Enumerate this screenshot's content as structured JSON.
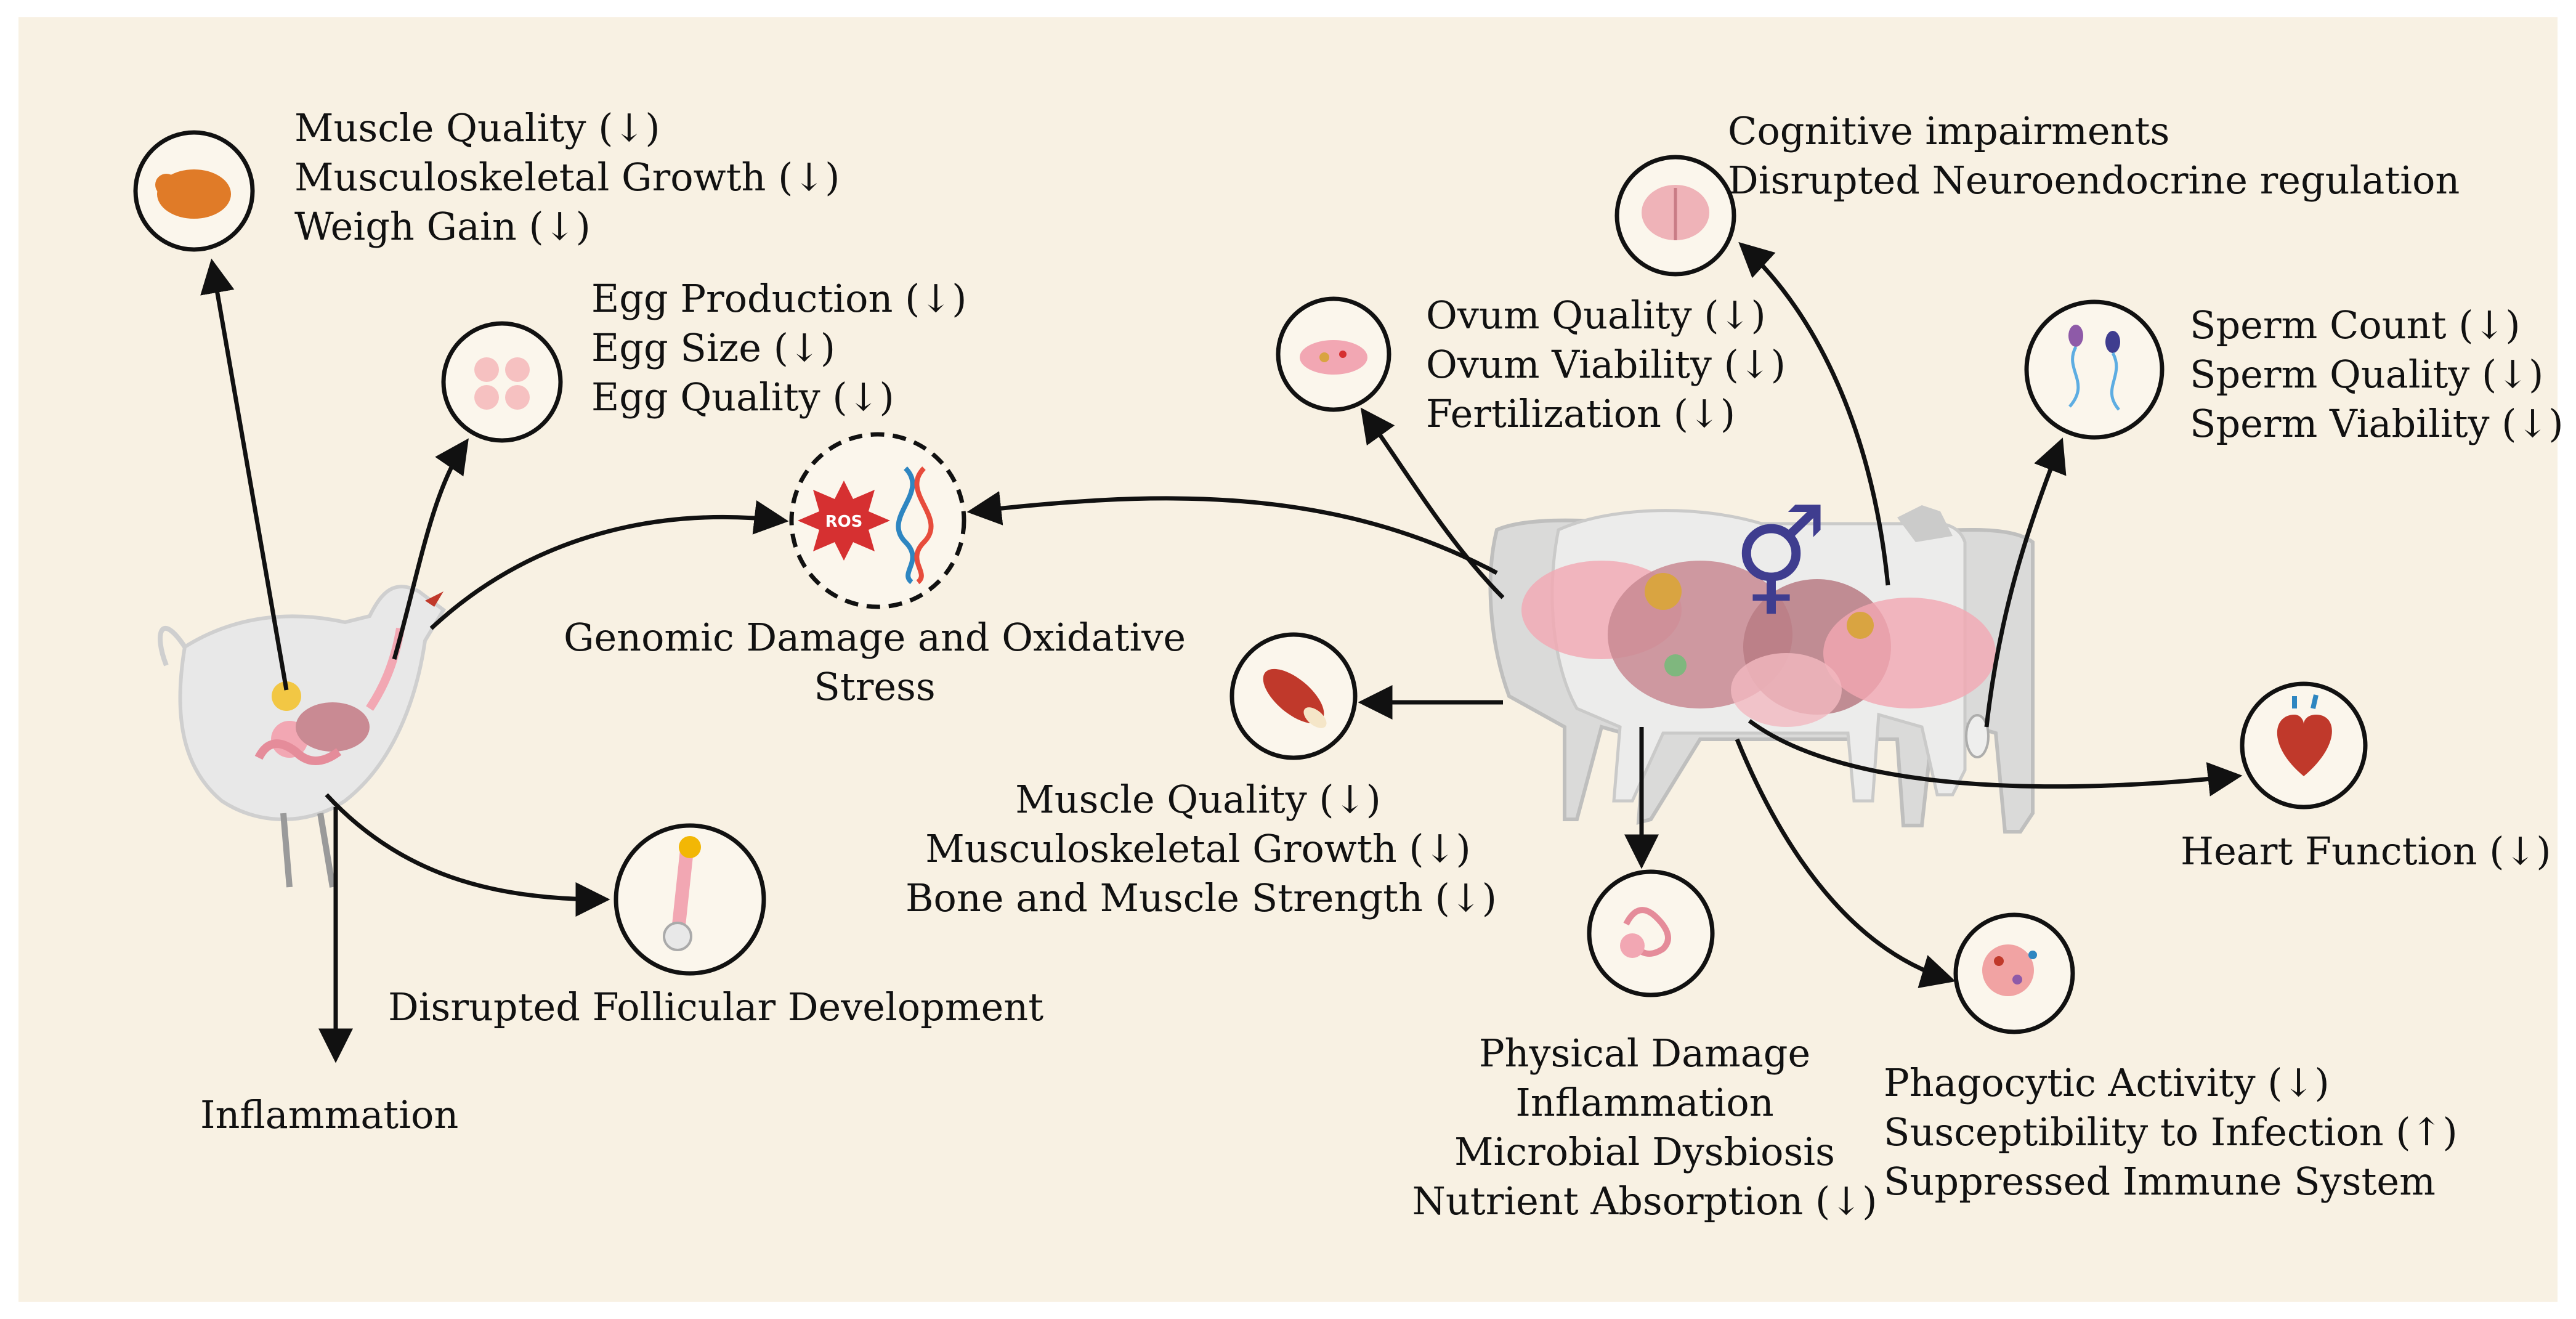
{
  "colors": {
    "background": "#f8f1e3",
    "ros_red": "#d63031",
    "dna_blue": "#2e86c1",
    "dna_red": "#e74c3c",
    "venus_mars": "#3f3d8f",
    "organ_pink": "#f2a7b3",
    "muscle_red": "#c0392b"
  },
  "icons": [
    "roast-chicken-icon",
    "egg-cells-icon",
    "ros-dna-icon",
    "follicle-icon",
    "chicken-icon",
    "cow-icon",
    "brain-icon",
    "ovary-icon",
    "sperm-icon",
    "gender-symbol-icon",
    "muscle-icon",
    "heart-icon",
    "intestine-icon",
    "immune-cells-icon"
  ],
  "ros_label": "ROS",
  "gender_symbol": "⚥",
  "poultry": {
    "carcass": [
      "Muscle Quality (↓)",
      "Musculoskeletal Growth (↓)",
      "Weigh Gain (↓)"
    ],
    "eggs": [
      "Egg Production (↓)",
      "Egg Size (↓)",
      "Egg Quality (↓)"
    ],
    "follicular": "Disrupted Follicular Development",
    "inflammation": "Inflammation"
  },
  "center": {
    "genomic": [
      "Genomic Damage and Oxidative",
      "Stress"
    ]
  },
  "cattle": {
    "brain": [
      "Cognitive impairments",
      "Disrupted Neuroendocrine regulation"
    ],
    "ovum": [
      "Ovum Quality (↓)",
      "Ovum Viability (↓)",
      "Fertilization  (↓)"
    ],
    "sperm": [
      "Sperm Count (↓)",
      "Sperm Quality (↓)",
      "Sperm Viability (↓)"
    ],
    "muscle": [
      "Muscle Quality (↓)",
      "Musculoskeletal Growth (↓)",
      "Bone and Muscle Strength (↓)"
    ],
    "heart": "Heart Function (↓)",
    "gut": [
      "Physical Damage",
      "Inflammation",
      "Microbial Dysbiosis",
      "Nutrient Absorption (↓)"
    ],
    "immune": [
      "Phagocytic Activity (↓)",
      "Susceptibility to Infection (↑)",
      "Suppressed Immune System"
    ]
  }
}
